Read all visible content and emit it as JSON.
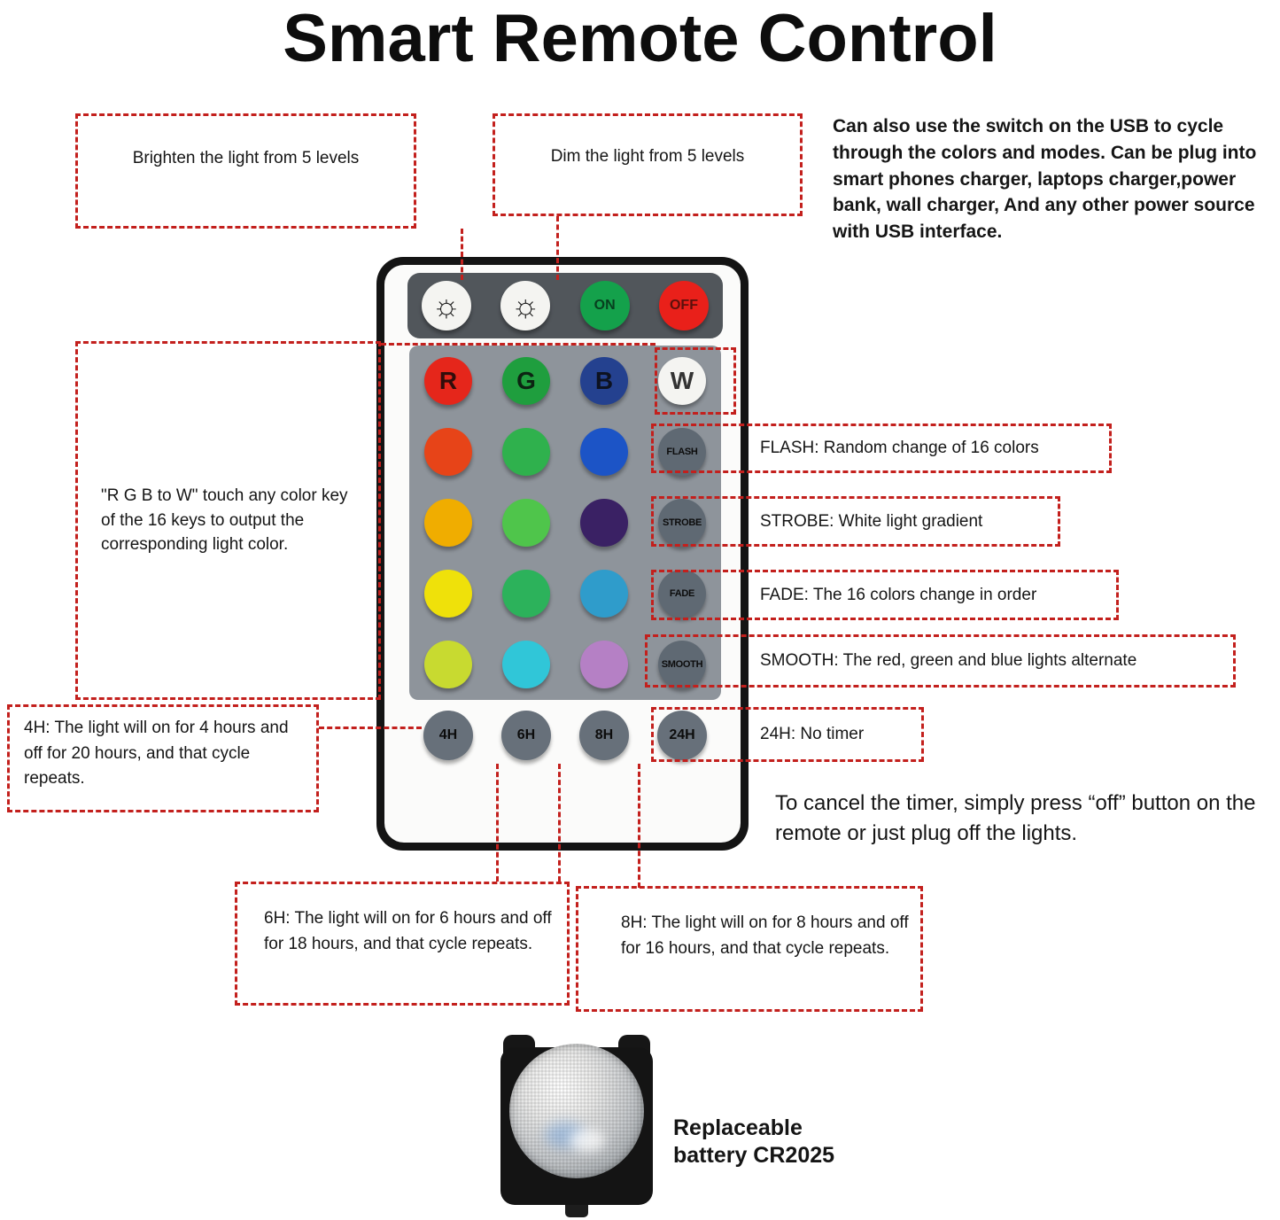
{
  "title": "Smart Remote Control",
  "callouts": {
    "brighten": "Brighten the light from 5 levels",
    "dim": "Dim the light from 5 levels",
    "usb_note": "Can also use the switch on the USB to cycle through the colors and modes. Can be plug into smart phones charger, laptops charger,power bank, wall charger, And any other power source with USB interface.",
    "rgbw": "\"R G B to W\" touch any color key of the 16 keys to output the corresponding light color.",
    "flash": "FLASH: Random change of 16 colors",
    "strobe": "STROBE: White light gradient",
    "fade": "FADE: The 16 colors change in order",
    "smooth": "SMOOTH: The red, green and blue lights alternate",
    "timer24": "24H: No timer",
    "timer4": "4H: The light will on for 4 hours and off for 20 hours, and that cycle repeats.",
    "timer6": "6H: The light will on for 6 hours and off for 18 hours, and that cycle repeats.",
    "timer8": "8H: The light will on for 8 hours and off for 16 hours, and that cycle repeats.",
    "cancel_note": "To cancel the timer, simply press “off” button on the remote or just plug off the lights.",
    "battery_note": "Replaceable battery CR2025"
  },
  "colors": {
    "callout_red": "#c3201d",
    "panel_gray": "#8e949b",
    "strip_gray": "#51565b",
    "remote_black": "#141414"
  },
  "remote": {
    "power_row": [
      {
        "name": "brightness-up-button",
        "icon": "brightness-up-sun-icon",
        "glyph": "☼",
        "label": "",
        "color": "#f4f4f1"
      },
      {
        "name": "brightness-down-button",
        "icon": "brightness-down-sun-icon",
        "glyph": "☼",
        "label": "",
        "color": "#f4f4f1"
      },
      {
        "name": "on-button",
        "label": "ON",
        "color": "#14a14b",
        "text": "#07401f"
      },
      {
        "name": "off-button",
        "label": "OFF",
        "color": "#e9201a",
        "text": "#5c100c"
      }
    ],
    "color_grid": [
      [
        {
          "label": "R",
          "color": "#e5261b"
        },
        {
          "label": "G",
          "color": "#1f9e3e"
        },
        {
          "label": "B",
          "color": "#24418f"
        },
        {
          "label": "W",
          "color": "#f4f4f1"
        }
      ],
      [
        {
          "label": "",
          "color": "#e74418"
        },
        {
          "label": "",
          "color": "#2fb14d"
        },
        {
          "label": "",
          "color": "#1c54c6"
        },
        {
          "label": "FLASH",
          "color": "#5f6973"
        }
      ],
      [
        {
          "label": "",
          "color": "#f0ad00"
        },
        {
          "label": "",
          "color": "#4fc54b"
        },
        {
          "label": "",
          "color": "#3a2164"
        },
        {
          "label": "STROBE",
          "color": "#5f6973"
        }
      ],
      [
        {
          "label": "",
          "color": "#efe10a"
        },
        {
          "label": "",
          "color": "#2cb25b"
        },
        {
          "label": "",
          "color": "#2f9ccb"
        },
        {
          "label": "FADE",
          "color": "#5f6973"
        }
      ],
      [
        {
          "label": "",
          "color": "#c8da30"
        },
        {
          "label": "",
          "color": "#30c6d8"
        },
        {
          "label": "",
          "color": "#b580c5"
        },
        {
          "label": "SMOOTH",
          "color": "#5f6973"
        }
      ]
    ],
    "timer_row": [
      {
        "label": "4H",
        "color": "#67707a"
      },
      {
        "label": "6H",
        "color": "#67707a"
      },
      {
        "label": "8H",
        "color": "#67707a"
      },
      {
        "label": "24H",
        "color": "#67707a"
      }
    ]
  }
}
